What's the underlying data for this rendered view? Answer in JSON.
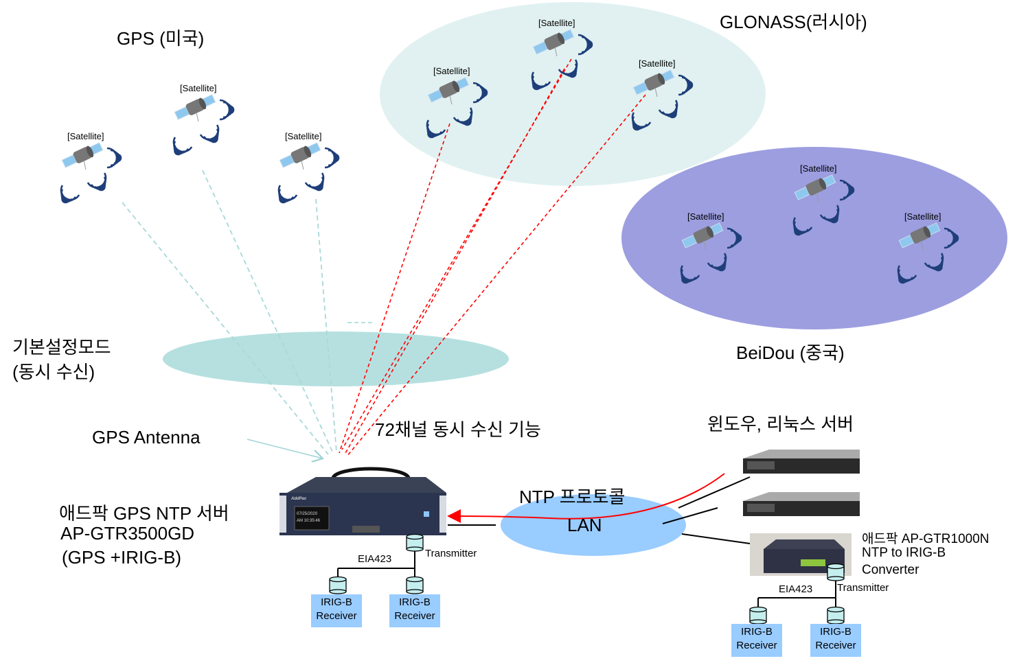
{
  "groups": {
    "gps": "GPS (미국)",
    "glonass": "GLONASS(러시아)",
    "beidou": "BeiDou (중국)"
  },
  "satellite_label": "[Satellite]",
  "antenna_mode": {
    "line1": "기본설정모드",
    "line2": "(동시 수신)"
  },
  "gps_antenna": "GPS Antenna",
  "channels": "72채널 동시 수신 기능",
  "servers_label": "윈도우, 리눅스 서버",
  "ntp_protocol": "NTP 프로토콜",
  "lan": "LAN",
  "gps_server": {
    "line1": "애드팍 GPS NTP 서버",
    "line2": "AP-GTR3500GD",
    "line3": "(GPS +IRIG-B)",
    "screen_date": "07/25/2020",
    "screen_time": "AM 10:35:46",
    "brand": "AddPac"
  },
  "converter": {
    "line1": "애드팍 AP-GTR1000N",
    "line2": "NTP to IRIG-B",
    "line3": "Converter"
  },
  "bus": {
    "eia": "EIA423",
    "transmitter": "Transmitter",
    "receiver_l1": "IRIG-B",
    "receiver_l2": "Receiver"
  },
  "colors": {
    "glonass_zone": "#e1f1f1",
    "beidou_zone": "#9c9ee0",
    "antenna_zone": "#b6e0e0",
    "lan": "#99ccff",
    "receiver": "#99ccff",
    "signal_red": "#ff0000",
    "signal_teal": "#a8d8d8",
    "wave": "#1f3f7a"
  }
}
